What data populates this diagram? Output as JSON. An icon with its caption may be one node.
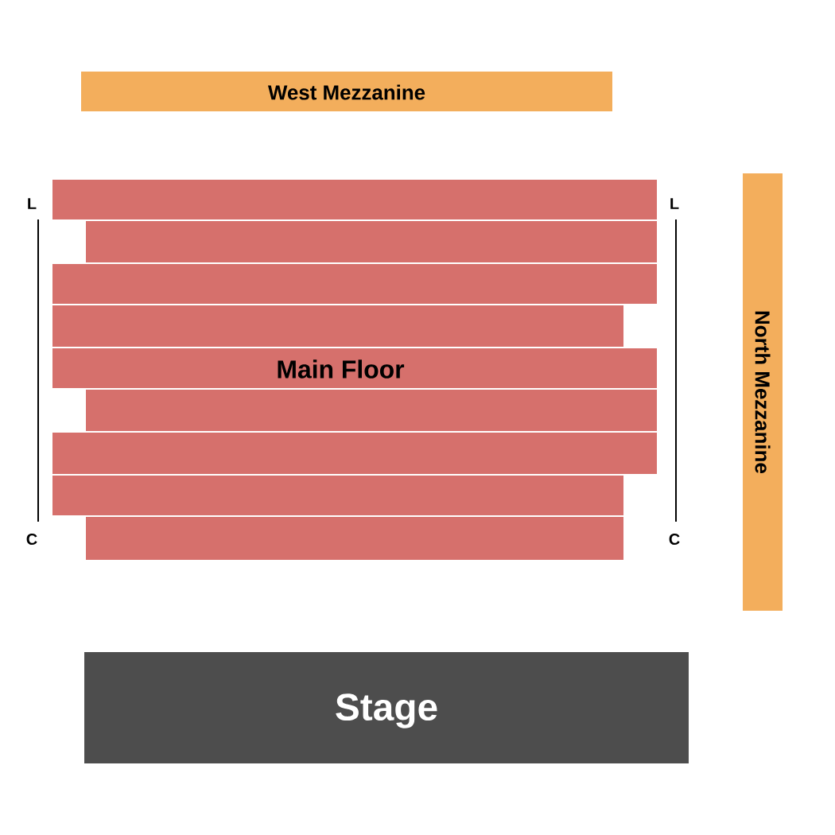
{
  "diagram": {
    "nodes": [
      {
        "text": [
          "West Mezzanine"
        ]
      },
      {
        "text": [
          "Main Floor"
        ]
      },
      {
        "text": [
          "North Mezzanine"
        ]
      },
      {
        "text": [
          "Stage"
        ]
      }
    ],
    "labels": [
      "L",
      "L",
      "C",
      "C"
    ]
  }
}
